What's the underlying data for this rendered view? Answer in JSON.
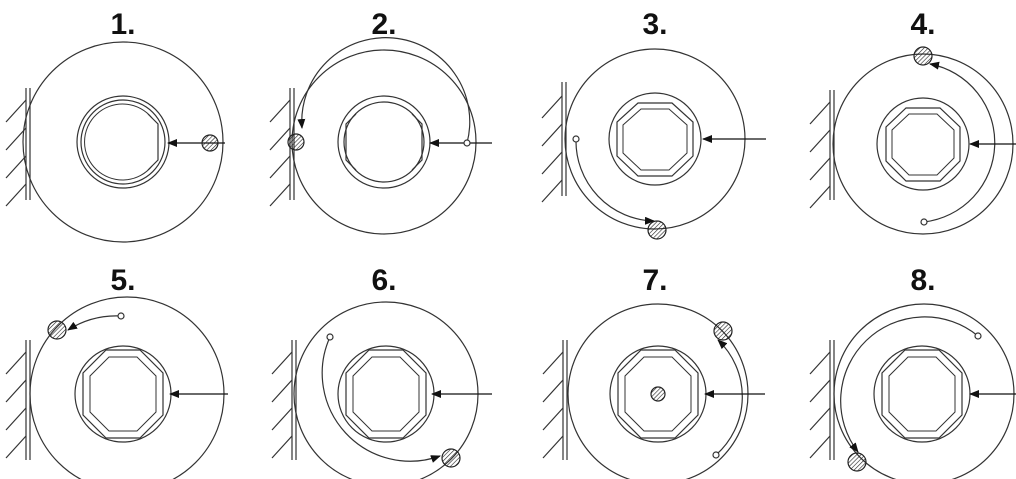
{
  "steps": [
    {
      "label": "1."
    },
    {
      "label": "2."
    },
    {
      "label": "3."
    },
    {
      "label": "4."
    },
    {
      "label": "5."
    },
    {
      "label": "6."
    },
    {
      "label": "7."
    },
    {
      "label": "8."
    }
  ],
  "colors": {
    "line": "#333333",
    "label": "#111111",
    "background": "#ffffff"
  }
}
